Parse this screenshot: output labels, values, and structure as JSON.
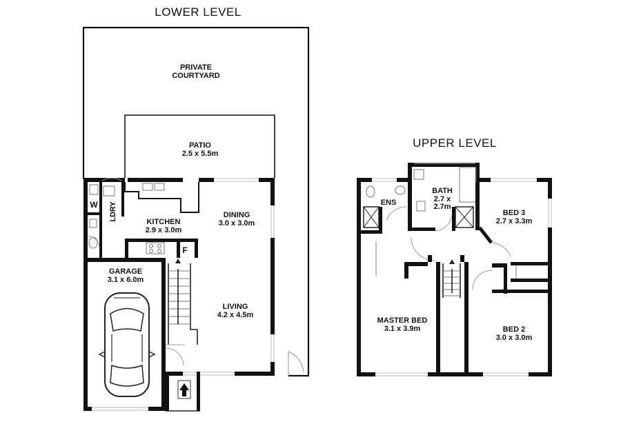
{
  "lower_level": {
    "title": "LOWER LEVEL",
    "courtyard": {
      "line1": "PRIVATE",
      "line2": "COURTYARD"
    },
    "patio": {
      "name": "PATIO",
      "size": "2.5 x 5.5m"
    },
    "kitchen": {
      "name": "KITCHEN",
      "size": "2.9 x 3.0m"
    },
    "dining": {
      "name": "DINING",
      "size": "3.0 x 3.0m"
    },
    "living": {
      "name": "LIVING",
      "size": "4.2 x 4.5m"
    },
    "garage": {
      "name": "GARAGE",
      "size": "3.1 x 6.0m"
    },
    "laundry": {
      "name": "LDRY"
    },
    "wc": {
      "name": "W"
    },
    "fridge": {
      "name": "F"
    }
  },
  "upper_level": {
    "title": "UPPER LEVEL",
    "bath": {
      "name": "BATH",
      "size_line1": "2.7 x",
      "size_line2": "2.7m"
    },
    "ensuite": {
      "name": "ENS"
    },
    "bed3": {
      "name": "BED 3",
      "size": "2.7 x 3.3m"
    },
    "master_bed": {
      "name": "MASTER BED",
      "size": "3.1 x 3.9m"
    },
    "bed2": {
      "name": "BED 2",
      "size": "3.0 x 3.0m"
    }
  },
  "colors": {
    "wall": "#111111",
    "background": "#ffffff"
  },
  "icons": [
    "car-icon",
    "stairs-icon",
    "entry-arrow-icon",
    "shower-icon"
  ]
}
